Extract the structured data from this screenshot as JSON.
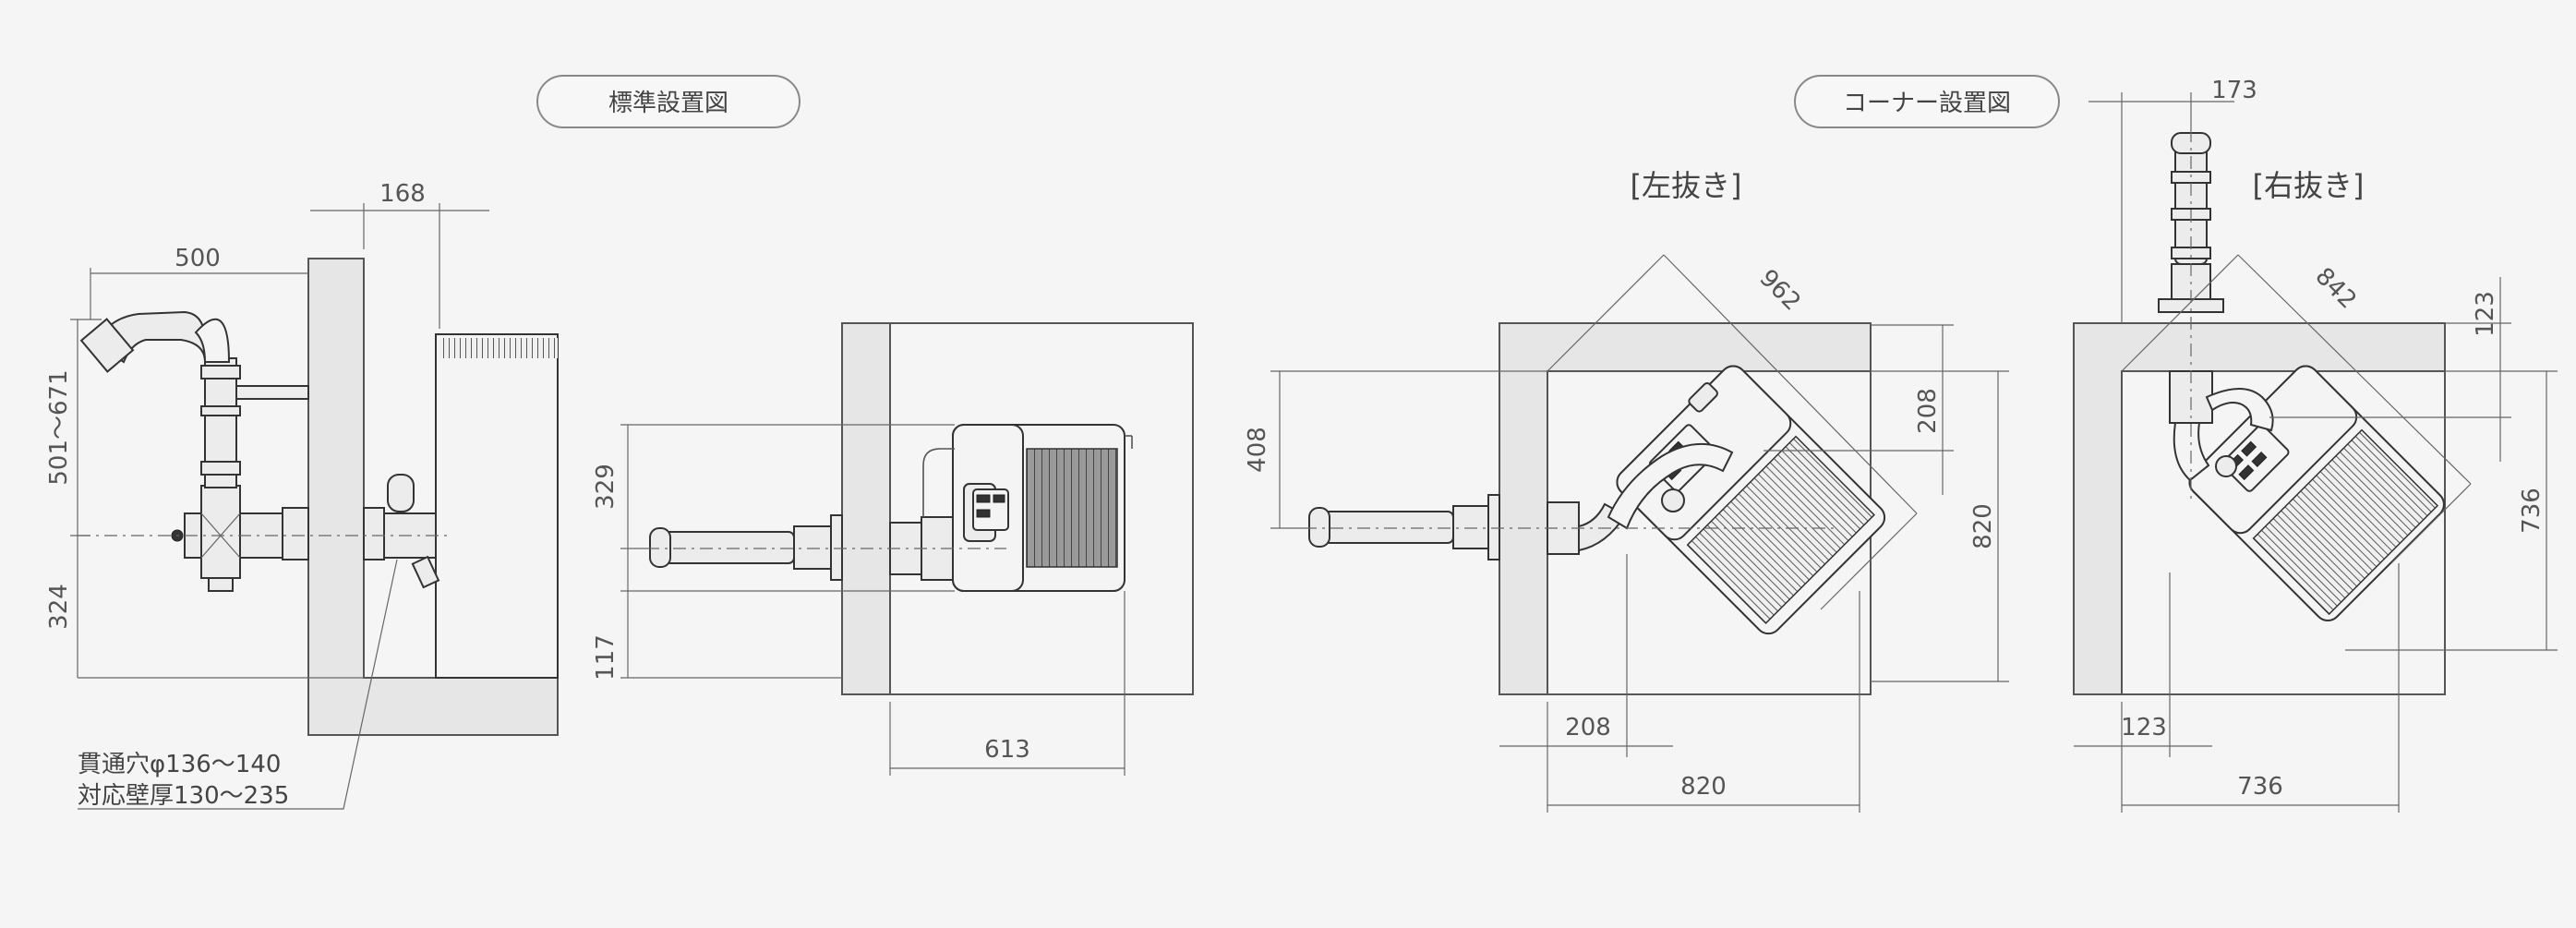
{
  "titles": {
    "standard": "標準設置図",
    "corner": "コーナー設置図"
  },
  "subtitles": {
    "left_out": "[左抜き]",
    "right_out": "[右抜き]"
  },
  "notes": {
    "hole": "貫通穴φ136〜140",
    "wall": "対応壁厚130〜235"
  },
  "dimensions": {
    "side_top_168": "168",
    "side_500": "500",
    "side_501_671": "501〜671",
    "side_324": "324",
    "std_329": "329",
    "std_117": "117",
    "std_613": "613",
    "left_962": "962",
    "left_408": "408",
    "left_208_right": "208",
    "left_820_right": "820",
    "left_208_bottom": "208",
    "left_820_bottom": "820",
    "right_173": "173",
    "right_842": "842",
    "right_123_right": "123",
    "right_736_right": "736",
    "right_123_bottom": "123",
    "right_736_bottom": "736"
  }
}
